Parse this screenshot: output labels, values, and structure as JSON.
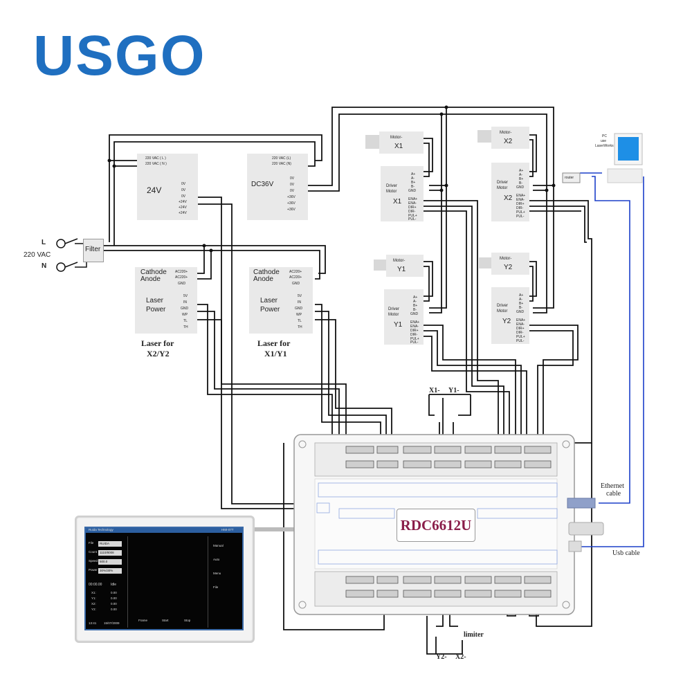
{
  "logo": "USGO",
  "mains": {
    "l": "L",
    "n": "N",
    "voltage": "220 VAC",
    "filter": "Filter"
  },
  "psu24": {
    "in_l": "220 VAC ( L )",
    "in_n": "220 VAC ( N )",
    "title": "24V",
    "outs": [
      "0V",
      "0V",
      "0V",
      "+24V",
      "+24V",
      "+24V"
    ]
  },
  "psu36": {
    "in_l": "220 VAC (L)",
    "in_n": "220 VAC (N)",
    "title": "DC36V",
    "outs": [
      "0V",
      "0V",
      "0V",
      "+36V",
      "+36V",
      "+36V"
    ]
  },
  "laser_common": {
    "cathode": "Cathode",
    "anode": "Anode",
    "ac1": "AC220+",
    "ac2": "AC220+",
    "gnd": "GND",
    "title1": "Laser",
    "title2": "Power",
    "pins": [
      "5V",
      "IN",
      "GND",
      "WP",
      "TL",
      "TH"
    ]
  },
  "laser_x2y2": {
    "caption1": "Laser for",
    "caption2": "X2/Y2"
  },
  "laser_x1y1": {
    "caption1": "Laser for",
    "caption2": "X1/Y1"
  },
  "motors": [
    {
      "motor_label": "Motor-",
      "motor_axis": "X1",
      "driver1": "Driver",
      "driver2": "Motor",
      "driver_axis": "X1"
    },
    {
      "motor_label": "Motor-",
      "motor_axis": "X2",
      "driver1": "Driver",
      "driver2": "Motor",
      "driver_axis": "X2"
    },
    {
      "motor_label": "Motor-",
      "motor_axis": "Y1",
      "driver1": "Driver",
      "driver2": "Motor",
      "driver_axis": "Y1"
    },
    {
      "motor_label": "Motor-",
      "motor_axis": "Y2",
      "driver1": "Driver",
      "driver2": "Motor",
      "driver_axis": "Y2"
    }
  ],
  "driver_pins_top": [
    "A+",
    "A-",
    "B+",
    "B-",
    "GND"
  ],
  "driver_pins_bottom": [
    "ENA+",
    "ENA-",
    "DIR+",
    "DIR-",
    "PUL+",
    "PUL-"
  ],
  "limit_top": {
    "x1": "X1-",
    "y1": "Y1-"
  },
  "limit_bottom": {
    "y2": "Y2-",
    "x2": "X2-",
    "label": "limiter"
  },
  "controller": {
    "model": "RDC6612U"
  },
  "pc": {
    "label1": "PC",
    "label2": "use",
    "label3": "LaserWorks",
    "router": "router"
  },
  "cables": {
    "ethernet1": "Ethernet",
    "ethernet2": "cable",
    "usb": "Usb cable"
  },
  "hmi": {
    "brand": "Ruida Technology",
    "model": "HMI-07T",
    "file_label": "File",
    "file_value": "RUIDA",
    "count_label": "Count",
    "count_value": "1110/8008",
    "speed_label": "Speed",
    "speed_value": "500.0",
    "power_label": "Power",
    "power_value": "30%/30%",
    "time": "00:00.00",
    "status": "Idle",
    "axes": [
      "X1:",
      "Y1:",
      "X2:",
      "Y2:"
    ],
    "axis_value": "0.00",
    "menu": [
      "Manual",
      "Auto",
      "Menu",
      "File"
    ],
    "buttons": [
      "Frame",
      "Start",
      "Stop"
    ],
    "clock": "13:41",
    "date": "15/07/2009"
  }
}
